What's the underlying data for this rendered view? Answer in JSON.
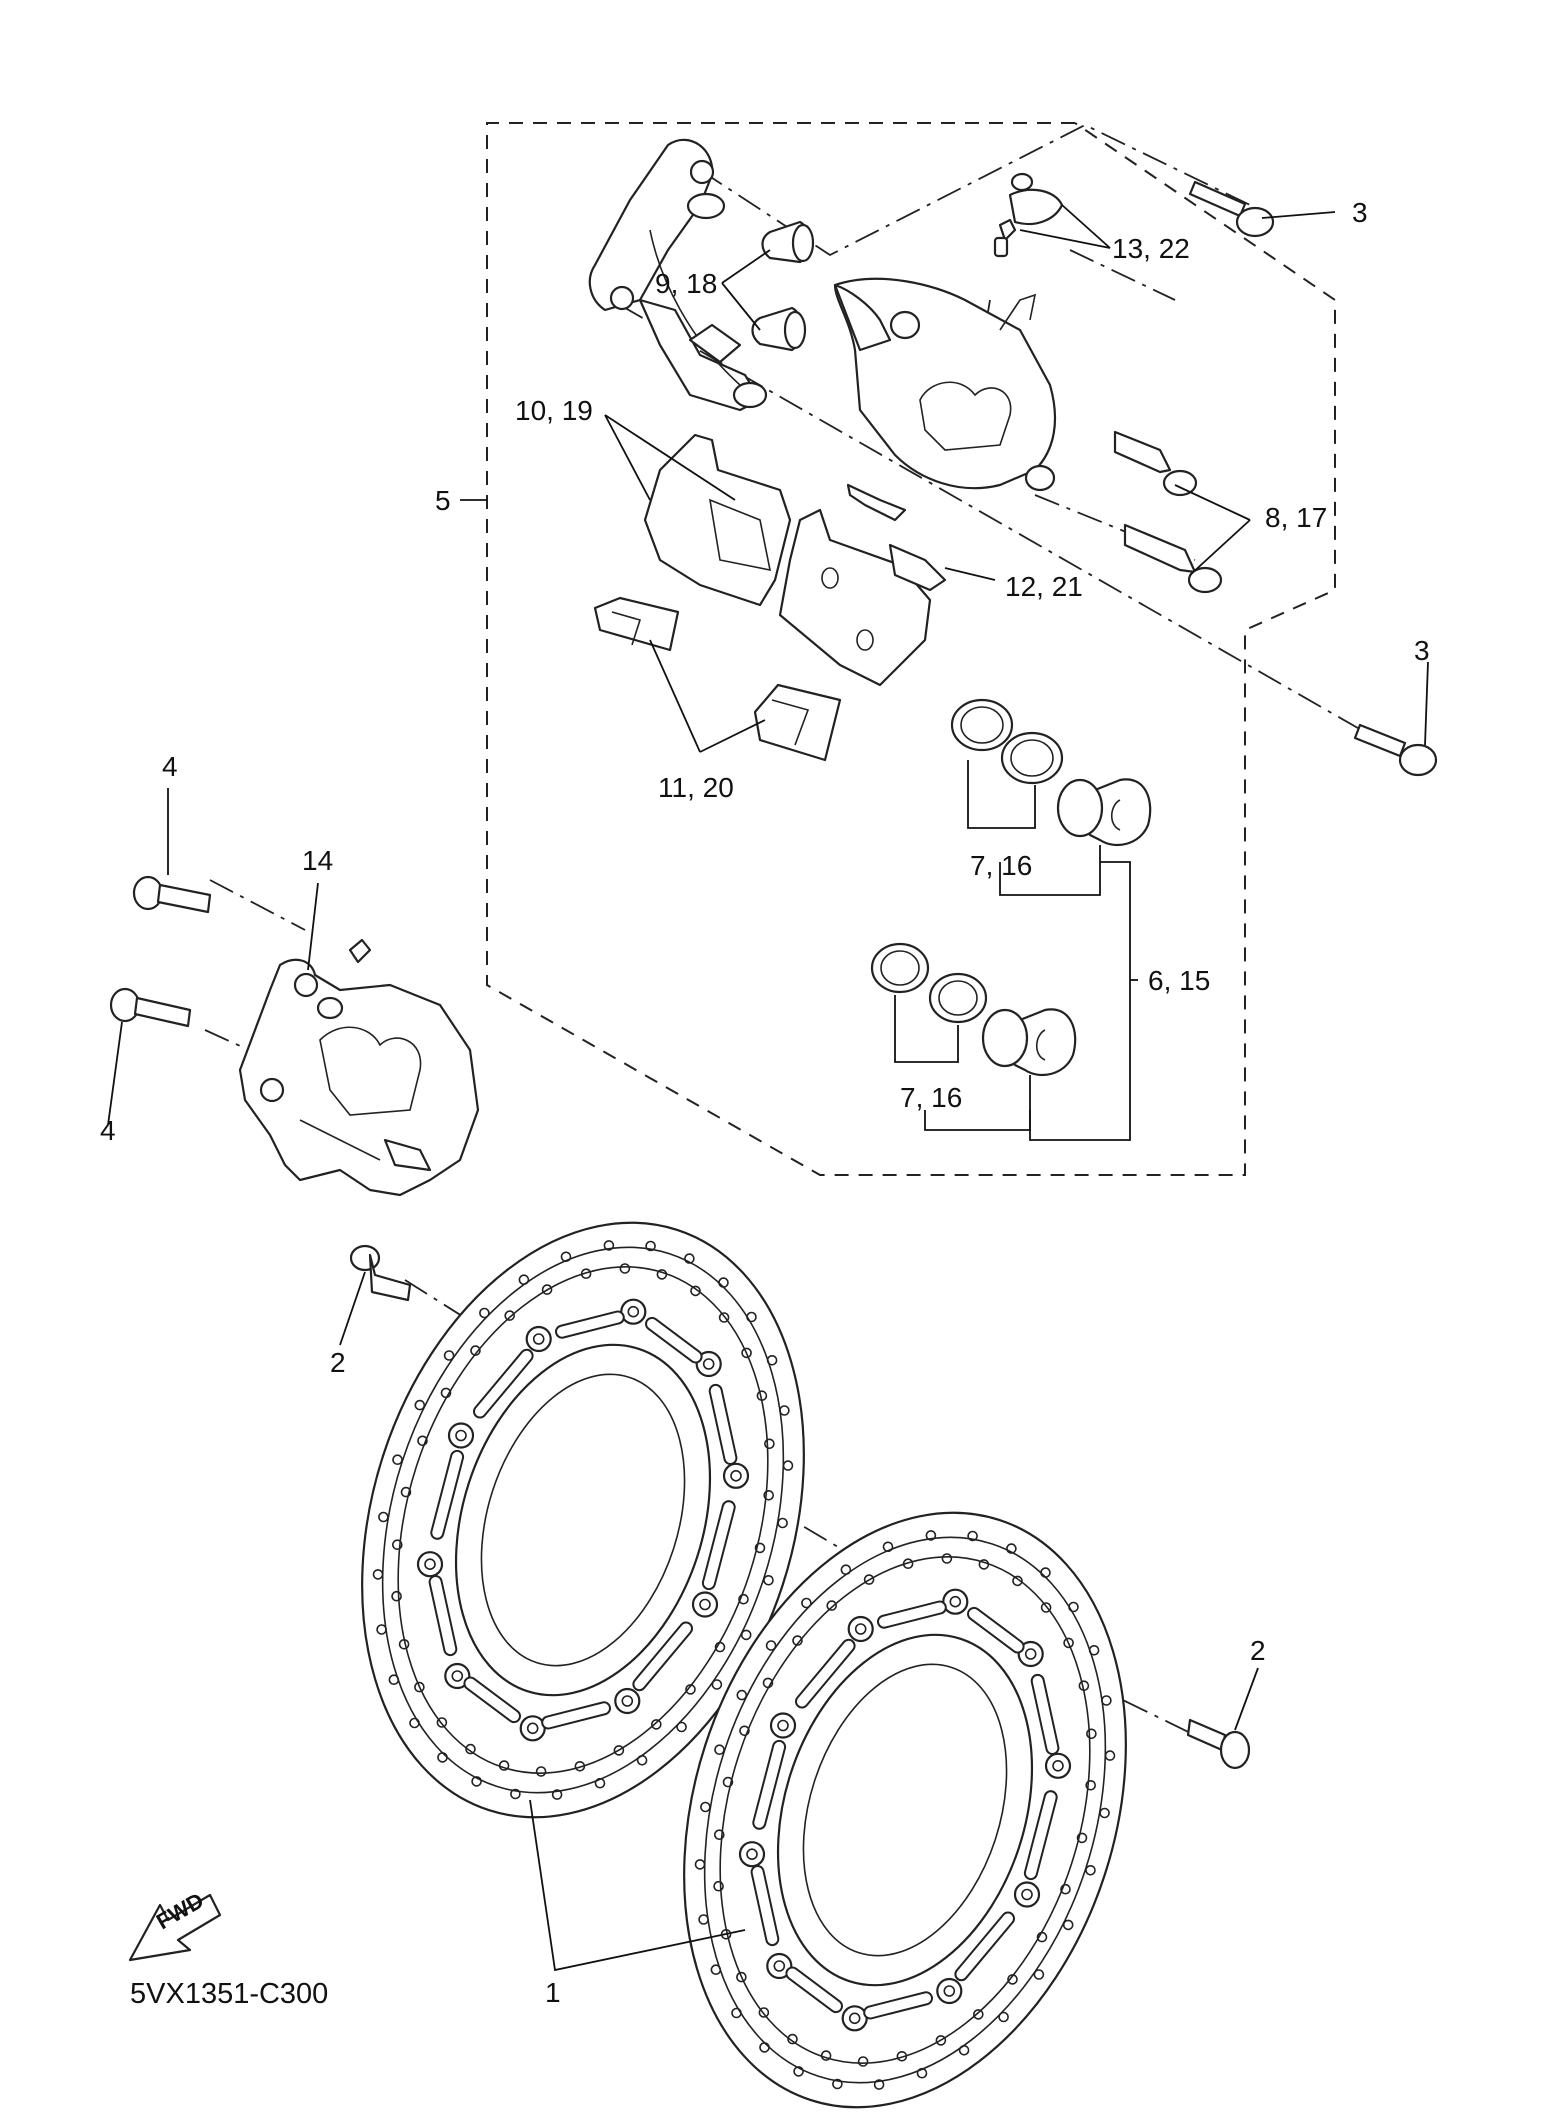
{
  "diagram": {
    "catalog_code": "5VX1351-C300",
    "direction_badge": "FWD",
    "callouts": {
      "disc": "1",
      "disc_bolt_left": "2",
      "disc_bolt_right": "2",
      "bracket_bolt_top": "3",
      "bracket_bolt_bottom": "3",
      "caliper_bolt_top": "4",
      "caliper_bolt_bottom": "4",
      "caliper_assy": "5",
      "piston": "6, 15",
      "piston_seal_upper": "7, 16",
      "piston_seal_lower": "7, 16",
      "pad_pin": "8, 17",
      "boot": "9, 18",
      "brake_pad": "10, 19",
      "pad_support": "11, 20",
      "pad_spring": "12, 21",
      "bleed_screw": "13, 22",
      "caliper_right": "14"
    }
  }
}
